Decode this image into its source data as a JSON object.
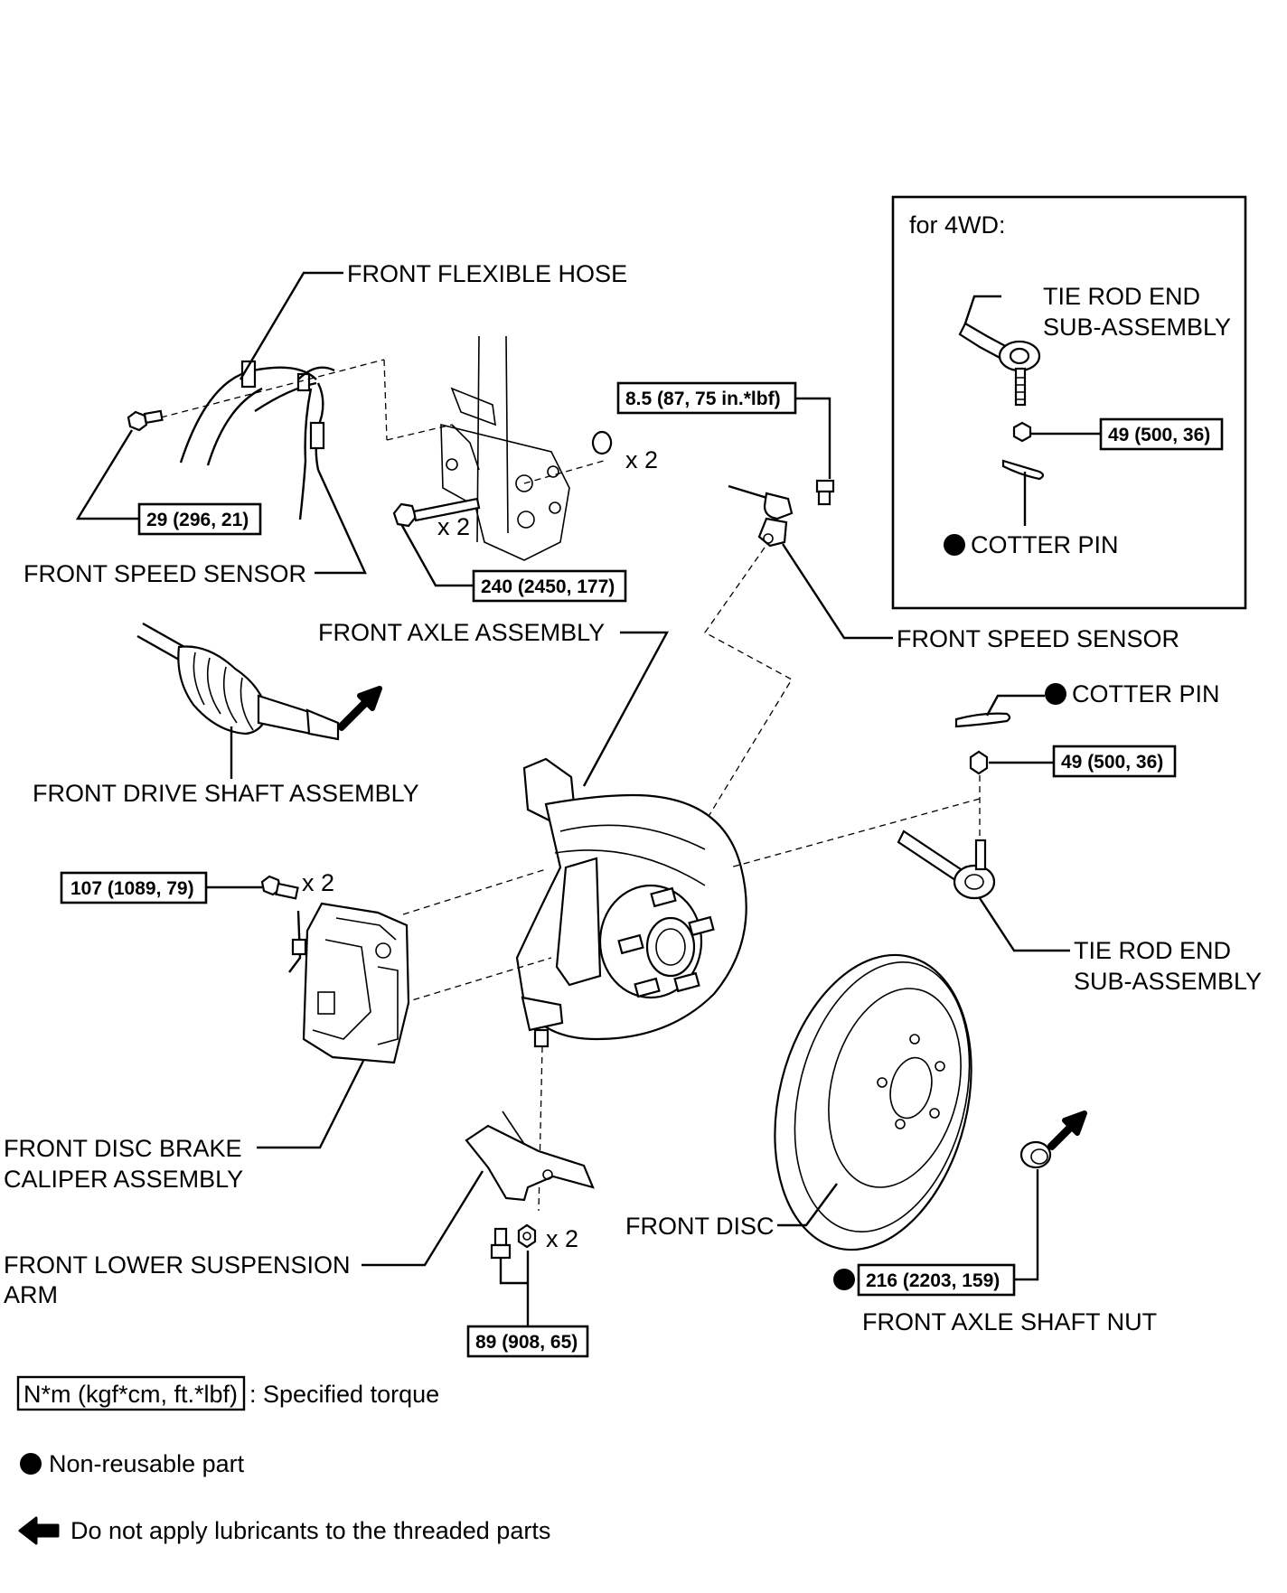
{
  "labels": {
    "front_flexible_hose": "FRONT FLEXIBLE HOSE",
    "front_speed_sensor_left": "FRONT SPEED SENSOR",
    "front_speed_sensor_right": "FRONT SPEED SENSOR",
    "front_axle_assembly": "FRONT AXLE ASSEMBLY",
    "front_drive_shaft_assembly": "FRONT DRIVE SHAFT ASSEMBLY",
    "cotter_pin": "COTTER PIN",
    "tie_rod_end_line1": "TIE ROD END",
    "tie_rod_end_line2": "SUB-ASSEMBLY",
    "brake_caliper_line1": "FRONT DISC BRAKE",
    "brake_caliper_line2": "CALIPER ASSEMBLY",
    "front_disc": "FRONT DISC",
    "lower_arm_line1": "FRONT LOWER SUSPENSION",
    "lower_arm_line2": "ARM",
    "front_axle_shaft_nut": "FRONT AXLE SHAFT NUT"
  },
  "inset": {
    "title": "for 4WD:",
    "tie_rod_end_line1": "TIE ROD END",
    "tie_rod_end_line2": "SUB-ASSEMBLY",
    "torque_nut": "49 (500, 36)",
    "cotter_pin": "COTTER PIN"
  },
  "torques": {
    "speed_sensor_bolt_left": "29 (296, 21)",
    "knuckle_bolt": "240 (2450, 177)",
    "speed_sensor_bolt_right": "8.5 (87, 75 in.*lbf)",
    "tie_rod_nut": "49 (500, 36)",
    "caliper_bolt": "107 (1089, 79)",
    "lower_arm_bolt": "89 (908, 65)",
    "axle_shaft_nut": "216 (2203, 159)"
  },
  "quantities": {
    "knuckle_nut": "x 2",
    "knuckle_bolt": "x 2",
    "caliper_bolt": "x 2",
    "lower_arm_nut": "x 2"
  },
  "legend": {
    "torque_box": "N*m (kgf*cm, ft.*lbf)",
    "torque_text": ": Specified torque",
    "non_reusable": "Non-reusable part",
    "no_lubricant": "Do not apply lubricants to the threaded parts"
  }
}
